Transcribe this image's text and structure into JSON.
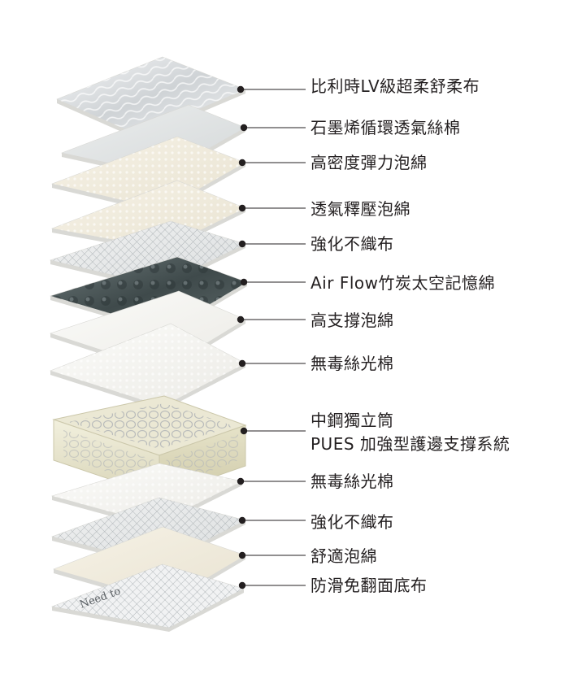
{
  "layers": [
    {
      "id": "top-fabric",
      "label": "比利時LV級超柔舒柔布"
    },
    {
      "id": "graphene-cotton",
      "label": "石墨烯循環透氣絲棉"
    },
    {
      "id": "hd-foam",
      "label": "高密度彈力泡綿"
    },
    {
      "id": "breathable-foam",
      "label": "透氣釋壓泡綿"
    },
    {
      "id": "nonwoven-1",
      "label": "強化不織布"
    },
    {
      "id": "airflow-memory",
      "label": "Air Flow竹炭太空記憶綿"
    },
    {
      "id": "support-foam",
      "label": "高支撐泡綿"
    },
    {
      "id": "silk-cotton-1",
      "label": "無毒絲光棉"
    },
    {
      "id": "pocket-spring",
      "label": "中鋼獨立筒",
      "label2": "PUES 加強型護邊支撐系統"
    },
    {
      "id": "silk-cotton-2",
      "label": "無毒絲光棉"
    },
    {
      "id": "nonwoven-2",
      "label": "強化不織布"
    },
    {
      "id": "comfort-foam",
      "label": "舒適泡綿"
    },
    {
      "id": "base-fabric",
      "label": "防滑免翻面底布"
    }
  ],
  "base_print": "Need to",
  "colors": {
    "text": "#231f20",
    "leader": "#231f20",
    "memory_foam": "#4a5657",
    "spring_frame": "#e9e6cf"
  }
}
